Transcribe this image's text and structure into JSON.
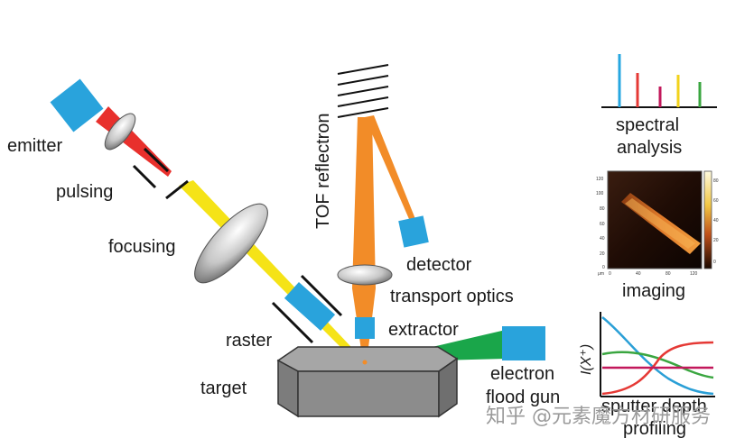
{
  "labels": {
    "emitter": "emitter",
    "pulsing": "pulsing",
    "focusing": "focusing",
    "raster": "raster",
    "target": "target",
    "tof_reflectron": "TOF reflectron",
    "detector": "detector",
    "transport_optics": "transport optics",
    "extractor": "extractor",
    "electron_flood_gun_line1": "electron",
    "electron_flood_gun_line2": "flood gun",
    "spectral_analysis_line1": "spectral",
    "spectral_analysis_line2": "analysis",
    "imaging": "imaging",
    "sputter_depth": "sputter depth",
    "profiling": "profiling",
    "profile_ylabel": "I(X⁺)"
  },
  "imaging_ticks": {
    "y": [
      "120",
      "100",
      "80",
      "60",
      "40",
      "20",
      "0"
    ],
    "x": [
      "0",
      "40",
      "80",
      "120"
    ],
    "x_unit": "μm",
    "colorbar": [
      "80",
      "60",
      "40",
      "20",
      "0"
    ]
  },
  "watermark": "知乎 @元素魔方材研服务",
  "colors": {
    "component_blue": "#29a3dc",
    "primary_beam_red": "#e8302c",
    "primary_beam_yellow": "#f5e317",
    "secondary_beam_orange": "#f28c28",
    "electron_beam_green": "#1aa64a",
    "target_gray": "#8c8c8c",
    "spectrum_peaks": [
      "#27a7e0",
      "#e53935",
      "#c2185b",
      "#f2d21b",
      "#3aa640"
    ],
    "depth_profile_curves": [
      "#2a9fd6",
      "#3aa640",
      "#e53935",
      "#c2185b"
    ]
  }
}
